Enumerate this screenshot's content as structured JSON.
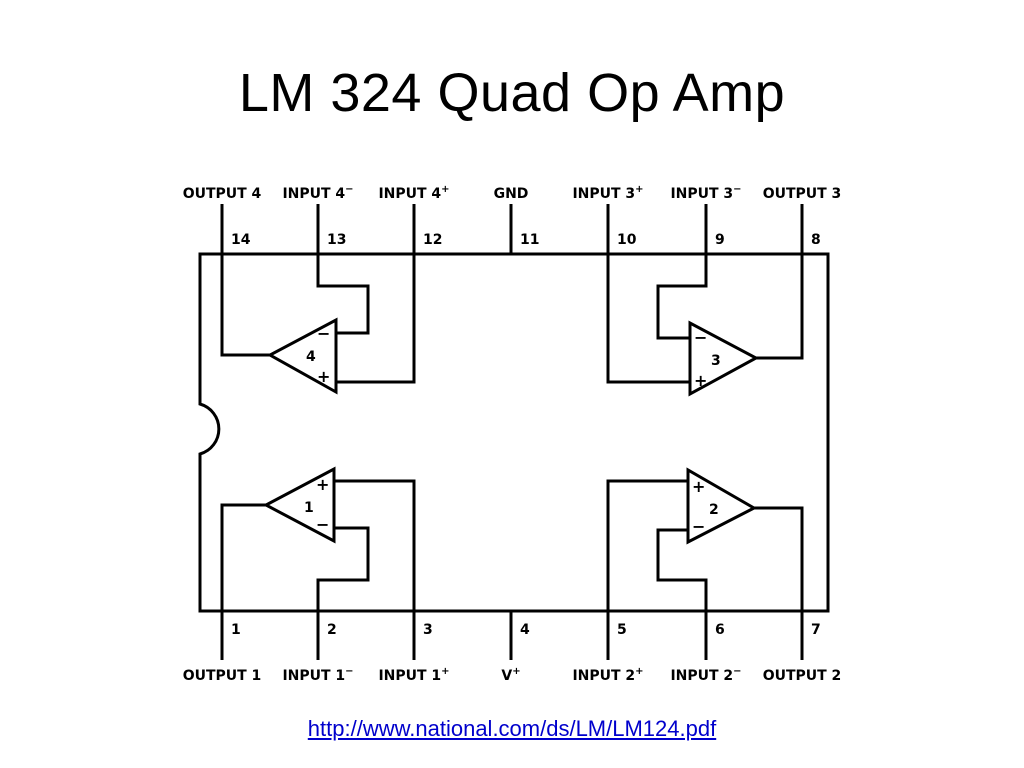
{
  "slide": {
    "title": "LM 324 Quad Op Amp",
    "source_link": "http://www.national.com/ds/LM/LM124.pdf"
  },
  "top_pins": [
    {
      "label": "OUTPUT 4",
      "sup": "",
      "number": "14"
    },
    {
      "label": "INPUT 4",
      "sup": "−",
      "number": "13"
    },
    {
      "label": "INPUT 4",
      "sup": "+",
      "number": "12"
    },
    {
      "label": "GND",
      "sup": "",
      "number": "11"
    },
    {
      "label": "INPUT 3",
      "sup": "+",
      "number": "10"
    },
    {
      "label": "INPUT 3",
      "sup": "−",
      "number": "9"
    },
    {
      "label": "OUTPUT 3",
      "sup": "",
      "number": "8"
    }
  ],
  "bottom_pins": [
    {
      "label": "OUTPUT 1",
      "sup": "",
      "number": "1"
    },
    {
      "label": "INPUT 1",
      "sup": "−",
      "number": "2"
    },
    {
      "label": "INPUT 1",
      "sup": "+",
      "number": "3"
    },
    {
      "label": "V",
      "sup": "+",
      "number": "4"
    },
    {
      "label": "INPUT 2",
      "sup": "+",
      "number": "5"
    },
    {
      "label": "INPUT 2",
      "sup": "−",
      "number": "6"
    },
    {
      "label": "OUTPUT 2",
      "sup": "",
      "number": "7"
    }
  ],
  "amplifiers": [
    {
      "number": "4",
      "minus": "−",
      "plus": "+"
    },
    {
      "number": "3",
      "minus": "−",
      "plus": "+"
    },
    {
      "number": "1",
      "minus": "−",
      "plus": "+"
    },
    {
      "number": "2",
      "minus": "−",
      "plus": "+"
    }
  ]
}
